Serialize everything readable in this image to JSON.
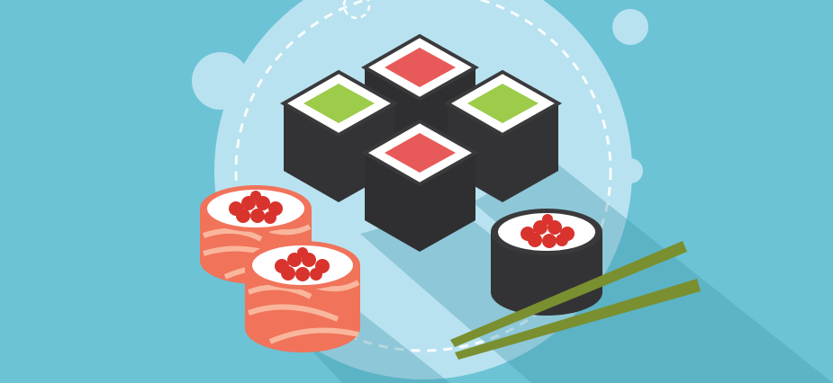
{
  "scene": {
    "subject": "sushi",
    "items": [
      {
        "name": "maki-roll-tuna",
        "count": 2
      },
      {
        "name": "maki-roll-cucumber",
        "count": 2
      },
      {
        "name": "salmon-roll-with-roe",
        "count": 2
      },
      {
        "name": "nori-roll-with-roe",
        "count": 1
      },
      {
        "name": "chopsticks",
        "count": 1
      }
    ]
  },
  "colors": {
    "background": "#6cc3d5",
    "plate": "#c0e4f1",
    "plate_shadow": "#5cb5c9",
    "dashed_ring": "#ffffff",
    "nori": "#3a3a3c",
    "nori_dark": "#2b2b2d",
    "rice": "#ffffff",
    "tuna": "#e85a5a",
    "cucumber": "#9ccc4a",
    "salmon": "#f0735a",
    "salmon_stripe": "#f9b69c",
    "roe": "#d8342d",
    "chopsticks": "#7a8f30"
  }
}
